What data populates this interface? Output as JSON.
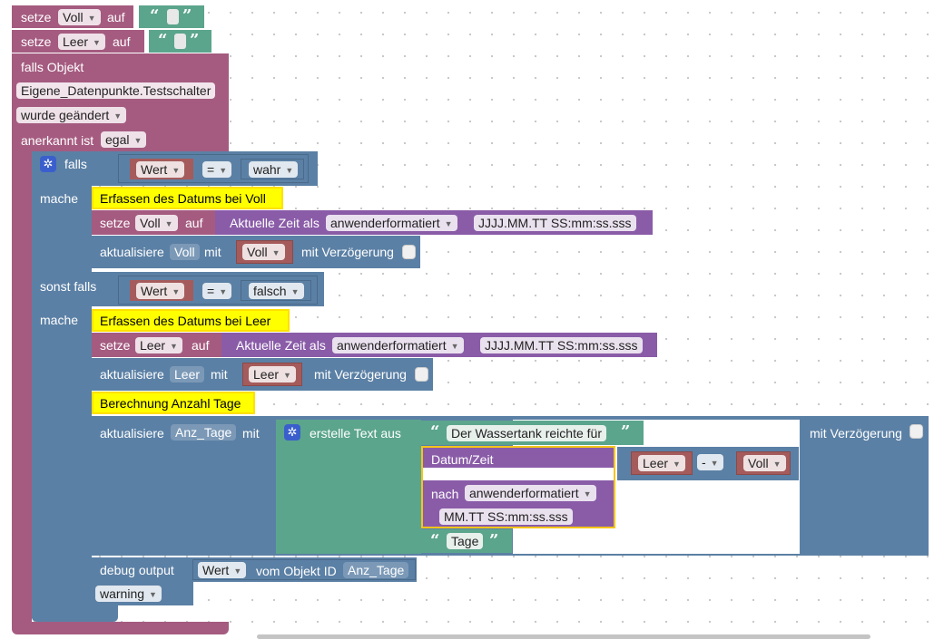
{
  "set_voll": {
    "verb": "setze",
    "var": "Voll",
    "on": "auf"
  },
  "set_leer": {
    "verb": "setze",
    "var": "Leer",
    "on": "auf"
  },
  "trigger": {
    "title": "falls Objekt",
    "object": "Eigene_Datenpunkte.Testschalter",
    "mode": "wurde geändert",
    "ack_label": "anerkannt ist",
    "ack_value": "egal"
  },
  "if_block": {
    "falls": "falls",
    "mache": "mache",
    "sonst_falls": "sonst falls",
    "cond1": {
      "left": "Wert",
      "op": "=",
      "right": "wahr"
    },
    "cond2": {
      "left": "Wert",
      "op": "=",
      "right": "falsch"
    }
  },
  "branch1": {
    "comment": "Erfassen des Datums bei Voll",
    "set": {
      "verb": "setze",
      "var": "Voll",
      "on": "auf",
      "time_label": "Aktuelle Zeit als",
      "format": "anwenderformatiert",
      "pattern": "JJJJ.MM.TT SS:mm:ss.sss"
    },
    "update": {
      "verb": "aktualisiere",
      "target": "Voll",
      "with": "mit",
      "value": "Voll",
      "delay": "mit Verzögerung"
    }
  },
  "branch2": {
    "comment": "Erfassen des Datums bei Leer",
    "set": {
      "verb": "setze",
      "var": "Leer",
      "on": "auf",
      "time_label": "Aktuelle Zeit als",
      "format": "anwenderformatiert",
      "pattern": "JJJJ.MM.TT SS:mm:ss.sss"
    },
    "update": {
      "verb": "aktualisiere",
      "target": "Leer",
      "with": "mit",
      "value": "Leer",
      "delay": "mit Verzögerung"
    },
    "comment2": "Berechnung Anzahl Tage",
    "calc": {
      "verb": "aktualisiere",
      "target": "Anz_Tage",
      "with": "mit",
      "create_text": "erstelle Text aus",
      "text1": "Der Wassertank reichte für",
      "datetime": "Datum/Zeit",
      "minus_left": "Leer",
      "minus_op": "-",
      "minus_right": "Voll",
      "nach": "nach",
      "format": "anwenderformatiert",
      "pattern": "MM.TT SS:mm:ss.sss",
      "text2": "Tage",
      "delay": "mit Verzögerung"
    },
    "debug": {
      "label": "debug output",
      "value": "Wert",
      "from": "vom Objekt ID",
      "id": "Anz_Tage",
      "level": "warning"
    }
  },
  "colors": {
    "trigger": "#a55b80",
    "logic": "#5b80a5",
    "variables": "#a55b80",
    "time": "#8a5ca8",
    "text": "#5ba58c",
    "comment": "#ffff00"
  },
  "icons": {
    "gear": "gear-icon",
    "quote_open": "quote-open-icon",
    "quote_close": "quote-close-icon"
  }
}
